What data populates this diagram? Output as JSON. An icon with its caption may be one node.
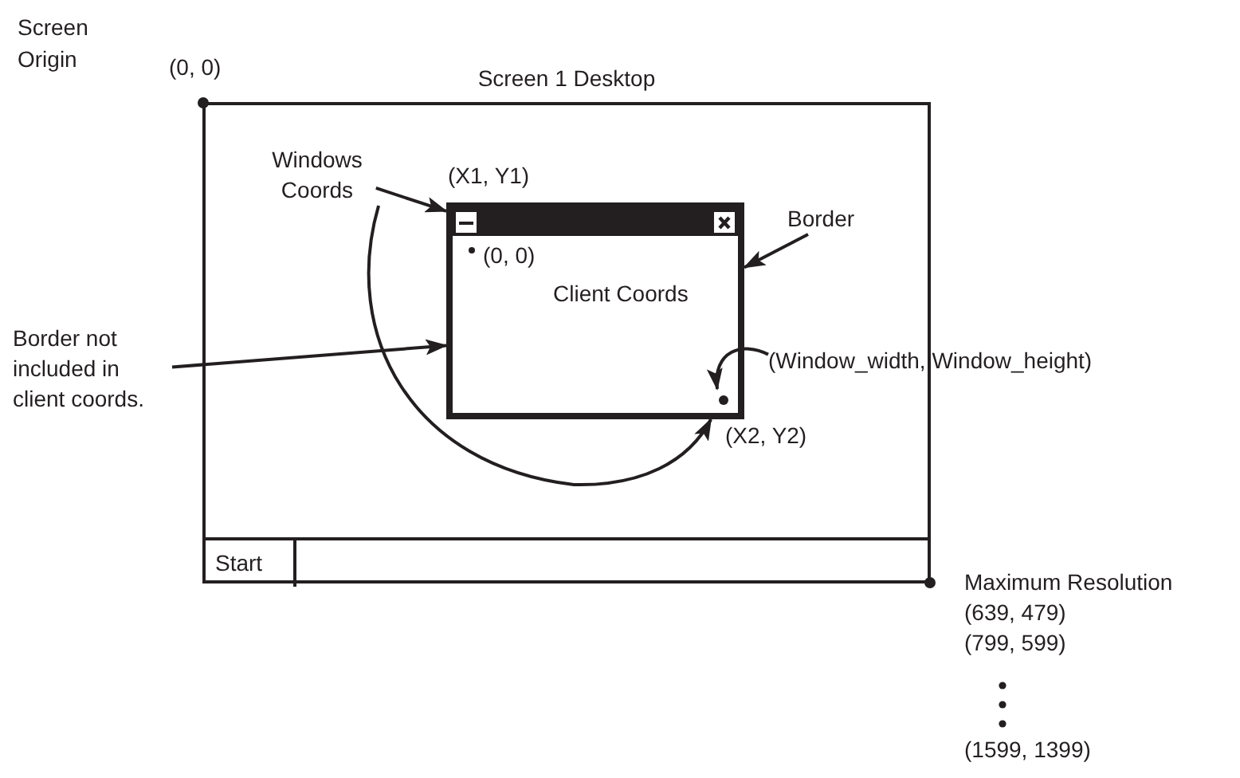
{
  "diagram": {
    "nodes": [
      {
        "text": [
          "Screen 1 Desktop"
        ]
      },
      {
        "text": [
          "Windows Coords"
        ],
        "in": 0
      },
      {
        "text": [
          "(0, 0)",
          "Client Coords"
        ],
        "in": 0
      },
      {
        "text": [],
        "shape": "circle",
        "in": 2
      },
      {
        "text": [
          "Border"
        ],
        "in": 0
      },
      {
        "text": [
          "Border not included in client coords."
        ]
      },
      {
        "text": [
          "(Window_width, Window_height)"
        ]
      },
      {
        "text": [],
        "shape": "bar",
        "in": 0
      },
      {
        "text": [
          "Start"
        ],
        "in": 7
      }
    ],
    "edges": [
      {
        "from": 1,
        "to": 2,
        "arrow": "to"
      },
      {
        "from": 1,
        "to": 2,
        "arrow": "to"
      },
      {
        "from": 4,
        "to": 2,
        "arrow": "to"
      },
      {
        "from": 5,
        "to": 2,
        "arrow": "to"
      },
      {
        "from": 6,
        "to": 3,
        "arrow": "to"
      }
    ],
    "labels": [
      "Screen Origin",
      "(0, 0)",
      "(X1, Y1)",
      "(X2, Y2)",
      "Maximum Resolution",
      "(639, 479)",
      "(799, 599)",
      "(1599, 1399)"
    ]
  }
}
